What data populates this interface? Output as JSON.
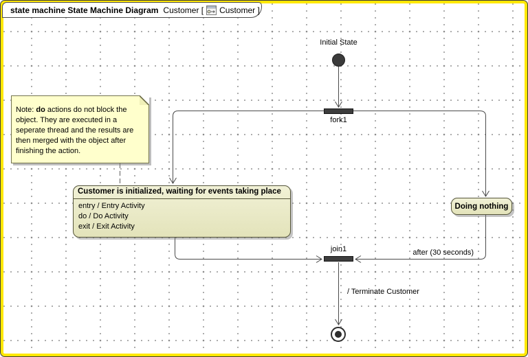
{
  "frame": {
    "tab": {
      "kind_label": "state machine State Machine Diagram",
      "name_label": "Customer [",
      "name_suffix": "Customer ]"
    }
  },
  "nodes": {
    "initial": {
      "label": "Initial State"
    },
    "fork": {
      "label": "fork1"
    },
    "join": {
      "label": "join1"
    },
    "main_state": {
      "title": "Customer is initialized, waiting for events taking place",
      "activities": [
        "entry / Entry Activity",
        "do / Do Activity",
        "exit / Exit Activity"
      ]
    },
    "doing_nothing": {
      "label": "Doing nothing"
    },
    "note": {
      "prefix": "Note: ",
      "bold_word": "do",
      "body": " actions do not block the object. They are executed in a seperate thread and the results are then merged with the object after finishing the action."
    }
  },
  "transitions": {
    "after_guard": "after (30 seconds)",
    "terminate_effect": "/ Terminate Customer"
  },
  "colors": {
    "frame_border": "#ffe800",
    "state_fill": "#e9e9c4",
    "note_fill": "#ffffcc",
    "bar_fill": "#3d3d3d",
    "line": "#4a4a4a"
  }
}
